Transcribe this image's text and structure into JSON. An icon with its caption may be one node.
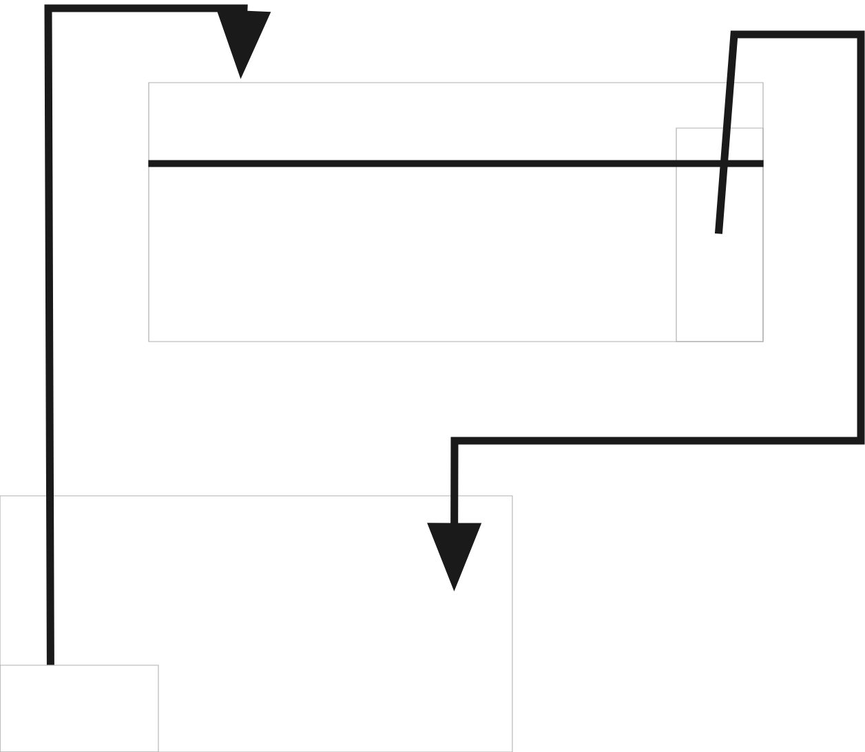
{
  "diagram": {
    "nodes": [
      {
        "text": [],
        "shape": "box"
      },
      {
        "text": [],
        "shape": "box",
        "in": 0
      },
      {
        "text": [],
        "shape": "box"
      },
      {
        "text": [],
        "shape": "box",
        "in": 2
      }
    ],
    "edges": [
      {
        "from": 3,
        "to": 0,
        "arrow": "to"
      },
      {
        "from": 1,
        "to": 2,
        "arrow": "to"
      }
    ]
  }
}
